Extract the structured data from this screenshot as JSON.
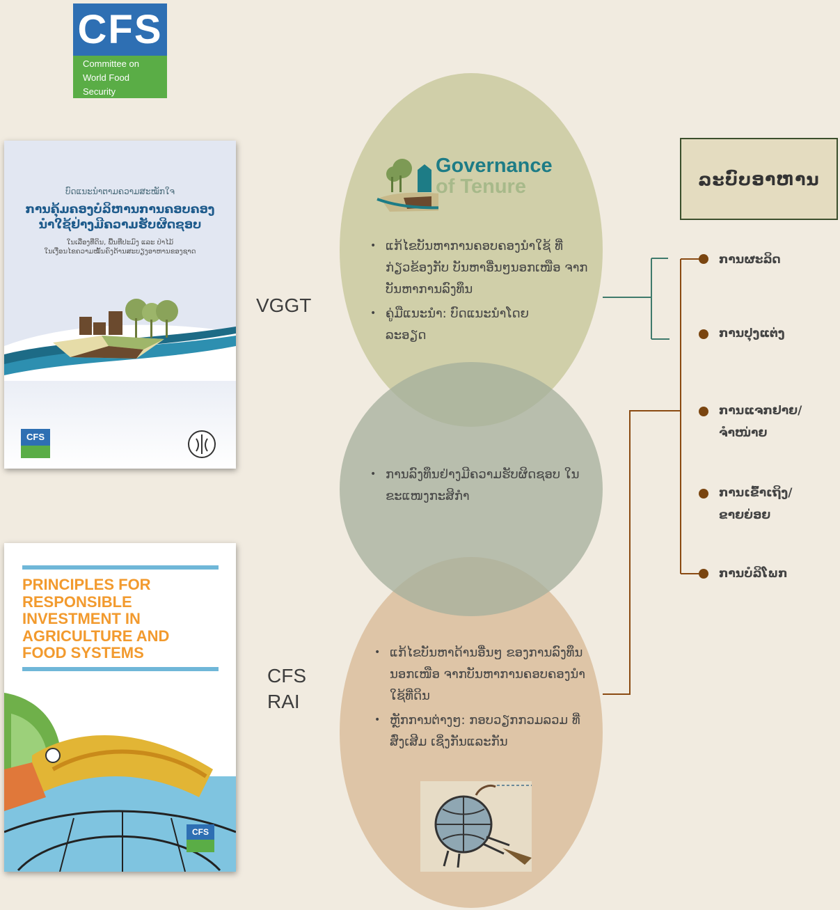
{
  "cfs_logo": {
    "title": "CFS",
    "line1": "Committee on",
    "line2": "World Food",
    "line3": "Security"
  },
  "vggt_book": {
    "small_title": "ບົດແນະນຳຕາມຄວາມສະໝັກໃຈ",
    "big_title_1": "ການຄຸ້ມຄອງບໍລິຫານການຄອບຄອງ",
    "big_title_2": "ນຳໃຊ້ຢ່າງມີຄວາມຮັບຜິດຊອບ",
    "sub_1": "ໃນເລື່ອງທີ່ດິນ, ພື້ນທີ່ປະມົງ ແລະ ປ່າໄມ້",
    "sub_2": "ໃນເງື່ອນໄຂຄວາມໝັ້ນຄົງດ້ານສະບຽງອາຫານຂອງຊາດ",
    "cfs_mark": "CFS"
  },
  "rai_book": {
    "title_lines": [
      "PRINCIPLES FOR",
      "RESPONSIBLE",
      "INVESTMENT IN",
      "AGRICULTURE AND",
      "FOOD SYSTEMS"
    ],
    "cfs_mark": "CFS"
  },
  "labels": {
    "vggt": "VGGT",
    "cfs": "CFS",
    "rai": "RAI"
  },
  "governance_logo": {
    "line1": "Governance",
    "line2": "of Tenure"
  },
  "vggt_bullets": [
    "ແກ້ໄຂບັນຫາການຄອບຄອງນຳໃຊ້ ທີ່ກ່ຽວຂ້ອງກັບ ບັນຫາອື່ນໆນອກເໜືອ ຈາກບັນຫາການລົງທຶນ",
    "ຄູ່ມືແນະນຳ: ບົດແນະນຳໂດຍລະອຽດ"
  ],
  "shared_bullets": [
    "ການລົງທຶນຢ່າງມີຄວາມຮັບຜິດຊອບ ໃນຂະແໜງກະສິກຳ"
  ],
  "rai_bullets": [
    "ແກ້ໄຂບັນຫາດ້ານອື່ນໆ ຂອງການລົງທຶນນອກເໜືອ ຈາກບັນຫາການຄອບຄອງນຳໃຊ້ທີ່ດິນ",
    "ຫຼັກການຕ່າງໆ: ກອບວຽກກວມລວມ ທີ່ສົ່ງເສີມ ເຊິ່ງກັນແລະກັນ"
  ],
  "food_system": {
    "title": "ລະບົບອາຫານ",
    "stages": [
      "ການຜະລິດ",
      "ການປຸງແຕ່ງ",
      "ການແຈກຢາຍ/ ຈຳໜ່າຍ",
      "ການເຂົ້າເຖິງ/ ຂາຍຍ່ອຍ",
      "ການບໍລິໂພກ"
    ]
  },
  "colors": {
    "background": "#f1ebe0",
    "vggt_oval": "#cdcca4",
    "shared_oval": "#a4af9c",
    "rai_oval": "#cda578",
    "vggt_connector": "#3f7a6c",
    "rai_connector": "#8a4a12",
    "governance_teal": "#1d7c86"
  }
}
